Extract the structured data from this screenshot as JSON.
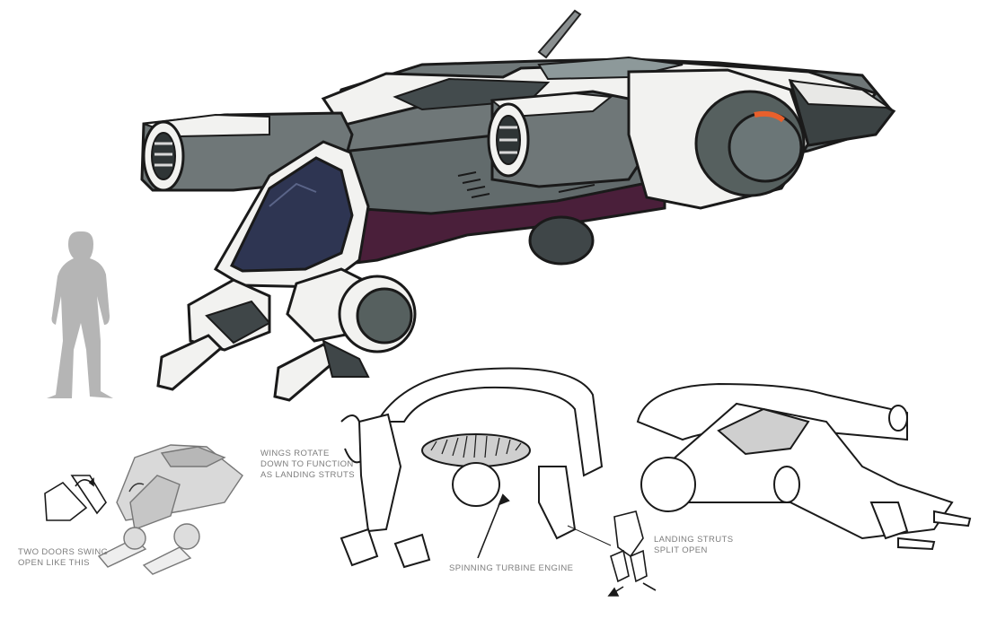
{
  "annotations": {
    "doors": {
      "line1": "TWO DOORS SWING",
      "line2": "OPEN LIKE THIS"
    },
    "wings": {
      "line1": "WINGS ROTATE",
      "line2": "DOWN TO FUNCTION",
      "line3": "AS LANDING STRUTS"
    },
    "turbine": {
      "line1": "SPINNING TURBINE ENGINE"
    },
    "struts": {
      "line1": "LANDING STRUTS",
      "line2": "SPLIT OPEN"
    }
  },
  "colors": {
    "hull_white": "#f2f2f0",
    "hull_gray": "#6f7778",
    "hull_dark": "#3f4648",
    "canopy": "#2e3552",
    "accent_purple": "#4a1f3a",
    "engine_orange": "#e8602c",
    "silhouette": "#b5b5b5",
    "ink": "#1a1a1a",
    "label": "#7d7d7d"
  }
}
